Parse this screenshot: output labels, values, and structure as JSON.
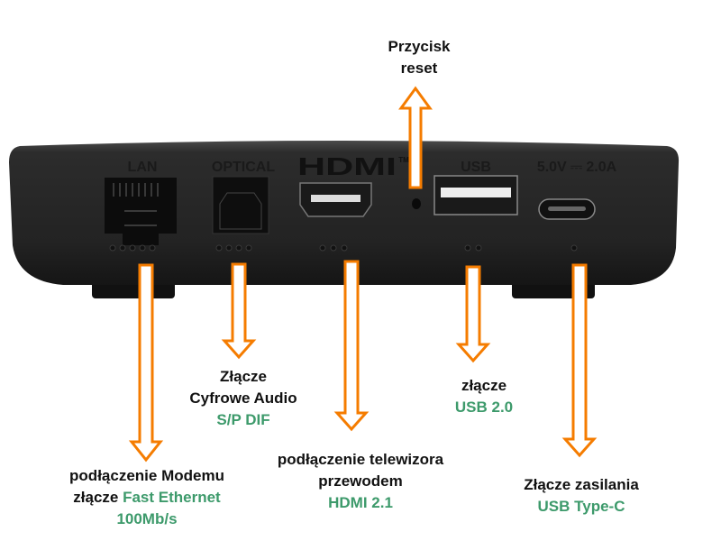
{
  "colors": {
    "arrow": "#f57c00",
    "accent_text": "#3d9a6b",
    "device": "#222222"
  },
  "device": {
    "port_labels": {
      "lan": "LAN",
      "optical": "OPTICAL",
      "hdmi": "HDMI",
      "hdmi_tm": "TM",
      "usb": "USB",
      "power": "5.0V ⎓ 2.0A"
    }
  },
  "callouts": {
    "reset": {
      "line1": "Przycisk",
      "line2": "reset"
    },
    "optical": {
      "line1": "Złącze",
      "line2": "Cyfrowe Audio",
      "line3": "S/P DIF"
    },
    "lan": {
      "line1": "podłączenie Modemu",
      "line2_prefix": "złącze ",
      "line2_accent": "Fast Ethernet",
      "line3": "100Mb/s"
    },
    "hdmi": {
      "line1": "podłączenie telewizora",
      "line2": "przewodem",
      "line3": "HDMI 2.1"
    },
    "usb": {
      "line1": "złącze",
      "line2": "USB 2.0"
    },
    "power": {
      "line1": "Złącze zasilania",
      "line2": "USB Type-C"
    }
  }
}
